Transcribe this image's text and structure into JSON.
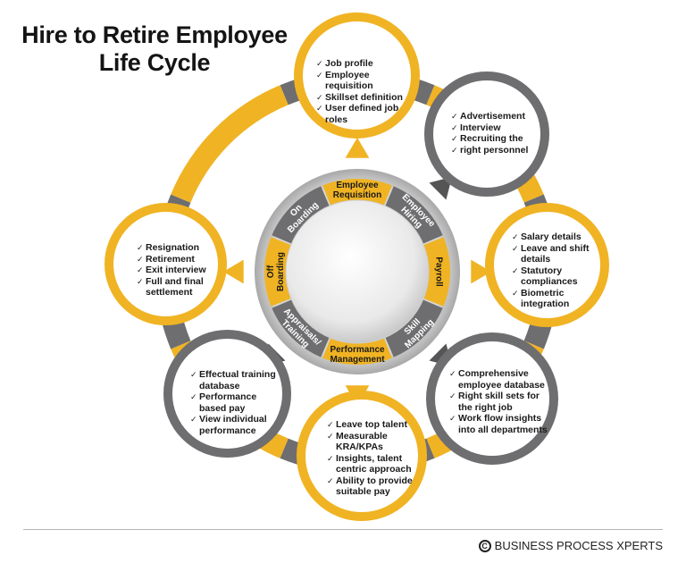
{
  "title": {
    "line1": "Hire to Retire Employee",
    "line2": "Life Cycle"
  },
  "ring_segments": [
    {
      "id": "employee-requisition",
      "line1": "Employee",
      "line2": "Requisition",
      "color": "#f0b323"
    },
    {
      "id": "employee-hiring",
      "line1": "Employee",
      "line2": "Hiring",
      "color": "#6e6e70"
    },
    {
      "id": "payroll",
      "line1": "Payroll",
      "line2": "",
      "color": "#f0b323"
    },
    {
      "id": "skill-mapping",
      "line1": "Skill",
      "line2": "Mapping",
      "color": "#6e6e70"
    },
    {
      "id": "performance-management",
      "line1": "Performance",
      "line2": "Management",
      "color": "#f0b323"
    },
    {
      "id": "appraisals-training",
      "line1": "Appraisals/",
      "line2": "Training",
      "color": "#6e6e70"
    },
    {
      "id": "off-boarding",
      "line1": "Off",
      "line2": "Boarding",
      "color": "#f0b323"
    },
    {
      "id": "on-boarding",
      "line1": "On",
      "line2": "Boarding",
      "color": "#6e6e70"
    }
  ],
  "nodes": {
    "requisition": {
      "items": [
        "Job profile",
        "Employee requisition",
        "Skillset definition",
        "User defined job roles"
      ]
    },
    "hiring": {
      "items": [
        "Advertisement",
        "Interview",
        "Recruiting the",
        "right personnel"
      ]
    },
    "payroll": {
      "items": [
        "Salary details",
        "Leave and shift details",
        "Statutory compliances",
        "Biometric integration"
      ]
    },
    "skill": {
      "items": [
        "Comprehensive employee database",
        "Right skill sets for the right job",
        "Work flow insights into all departments"
      ]
    },
    "performance": {
      "items": [
        "Leave top talent",
        "Measurable KRA/KPAs",
        "Insights, talent centric approach",
        "Ability to provide suitable pay"
      ]
    },
    "appraisal": {
      "items": [
        "Effectual training database",
        "Performance based pay",
        "View individual performance"
      ]
    },
    "offboarding": {
      "items": [
        "Resignation",
        "Retirement",
        "Exit interview",
        "Full and final settlement"
      ]
    }
  },
  "colors": {
    "accent": "#f0b323",
    "gray": "#6e6e70",
    "hub": "#bdbdbd"
  },
  "footer": {
    "text": "BUSINESS PROCESS XPERTS",
    "icon": "copyright-icon"
  }
}
